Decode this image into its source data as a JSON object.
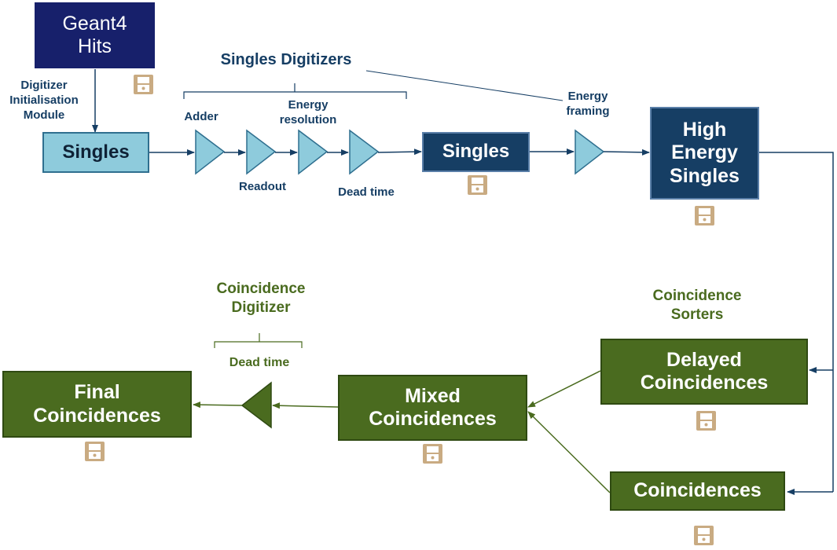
{
  "colors": {
    "navy": "#17206b",
    "dark_blue": "#163e64",
    "light_blue": "#8ecbdc",
    "green": "#4a6b1f",
    "save_icon": "#c9ab82"
  },
  "icons": {
    "save": "floppy-disk-icon"
  },
  "nodes": {
    "geant4_hits": [
      "Geant4",
      "Hits"
    ],
    "singles_input": "Singles",
    "singles_output": "Singles",
    "high_energy_singles": [
      "High",
      "Energy",
      "Singles"
    ],
    "delayed_coincidences": [
      "Delayed",
      "Coincidences"
    ],
    "coincidences": "Coincidences",
    "mixed_coincidences": [
      "Mixed",
      "Coincidences"
    ],
    "final_coincidences": [
      "Final",
      "Coincidences"
    ]
  },
  "labels": {
    "digitizer_init": [
      "Digitizer",
      "Initialisation",
      "Module"
    ],
    "singles_digitizers": "Singles Digitizers",
    "adder": "Adder",
    "readout": "Readout",
    "energy_resolution": [
      "Energy",
      "resolution"
    ],
    "dead_time_singles": "Dead time",
    "energy_framing": [
      "Energy",
      "framing"
    ],
    "coincidence_sorters": [
      "Coincidence",
      "Sorters"
    ],
    "coincidence_digitizer": [
      "Coincidence",
      "Digitizer"
    ],
    "dead_time_coincidence": "Dead time"
  }
}
